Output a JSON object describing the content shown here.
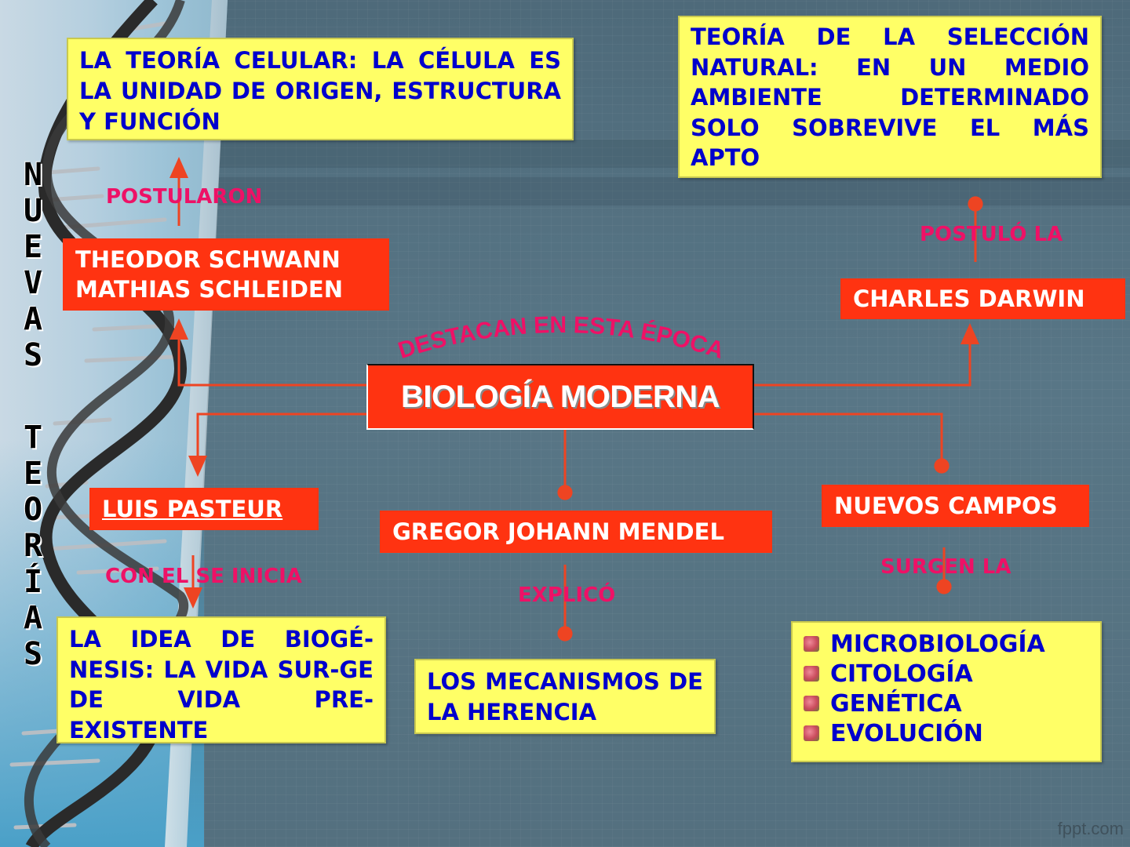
{
  "slide": {
    "side_title": {
      "word1": [
        "N",
        "U",
        "E",
        "V",
        "A",
        "S"
      ],
      "word2": [
        "T",
        "E",
        "O",
        "R",
        "Í",
        "A",
        "S"
      ]
    },
    "central_node": "BIOLOGÍA MODERNA",
    "central_caption": "DESTACAN EN ESTA ÉPOCA",
    "branches": {
      "schwann_schleiden": {
        "scientists": [
          "THEODOR SCHWANN",
          "MATHIAS SCHLEIDEN"
        ],
        "connector_label": "POSTULARON",
        "theory": "LA TEORÍA CELULAR: LA CÉLULA ES LA UNIDAD DE ORIGEN, ESTRUCTURA Y FUNCIÓN"
      },
      "darwin": {
        "scientist": "CHARLES DARWIN",
        "connector_label": "POSTULÓ LA",
        "theory": "TEORÍA DE LA SELECCIÓN NATURAL: EN UN MEDIO AMBIENTE DETERMINADO SOLO SOBREVIVE EL MÁS APTO"
      },
      "pasteur": {
        "scientist": "LUIS PASTEUR",
        "connector_label": "CON EL SE INICIA",
        "theory": "LA IDEA DE BIOGÉ-NESIS: LA VIDA SUR-GE DE VIDA PRE-EXISTENTE"
      },
      "mendel": {
        "scientist": "GREGOR JOHANN MENDEL",
        "connector_label": "EXPLICÓ",
        "theory": "LOS MECANISMOS DE LA HERENCIA"
      },
      "nuevos_campos": {
        "title": "NUEVOS CAMPOS",
        "connector_label": "SURGEN LA",
        "fields": [
          "MICROBIOLOGÍA",
          "CITOLOGÍA",
          "GENÉTICA",
          "EVOLUCIÓN"
        ]
      }
    },
    "watermark": "fppt.com",
    "colors": {
      "background": "#54707f",
      "red_node": "#ff3311",
      "yellow_box": "#ffff66",
      "blue_text": "#0000cc",
      "magenta_label": "#ee1166",
      "connector": "#ee4422"
    }
  }
}
